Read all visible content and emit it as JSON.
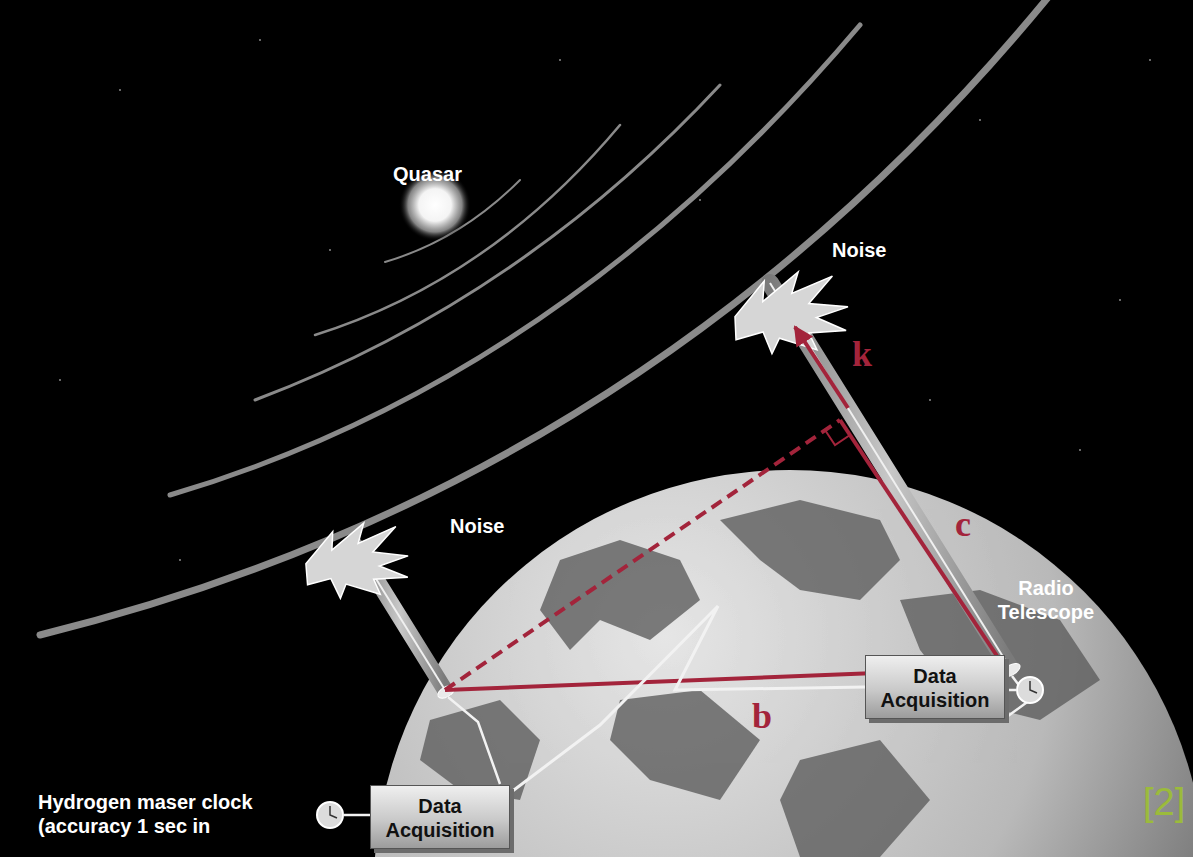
{
  "diagram": {
    "nodes": [
      {
        "text": [
          "Data Acquisition"
        ]
      },
      {
        "text": [
          "Data Acquisition"
        ]
      }
    ],
    "edges": [
      {
        "from": 0,
        "to": 1,
        "arrow": "none"
      }
    ],
    "labels": [
      "Quasar",
      "Noise",
      "Noise",
      "k",
      "c",
      "Radio Telescope",
      "b",
      "Hydrogen maser clock (accuracy 1 sec in",
      "[2]"
    ]
  }
}
